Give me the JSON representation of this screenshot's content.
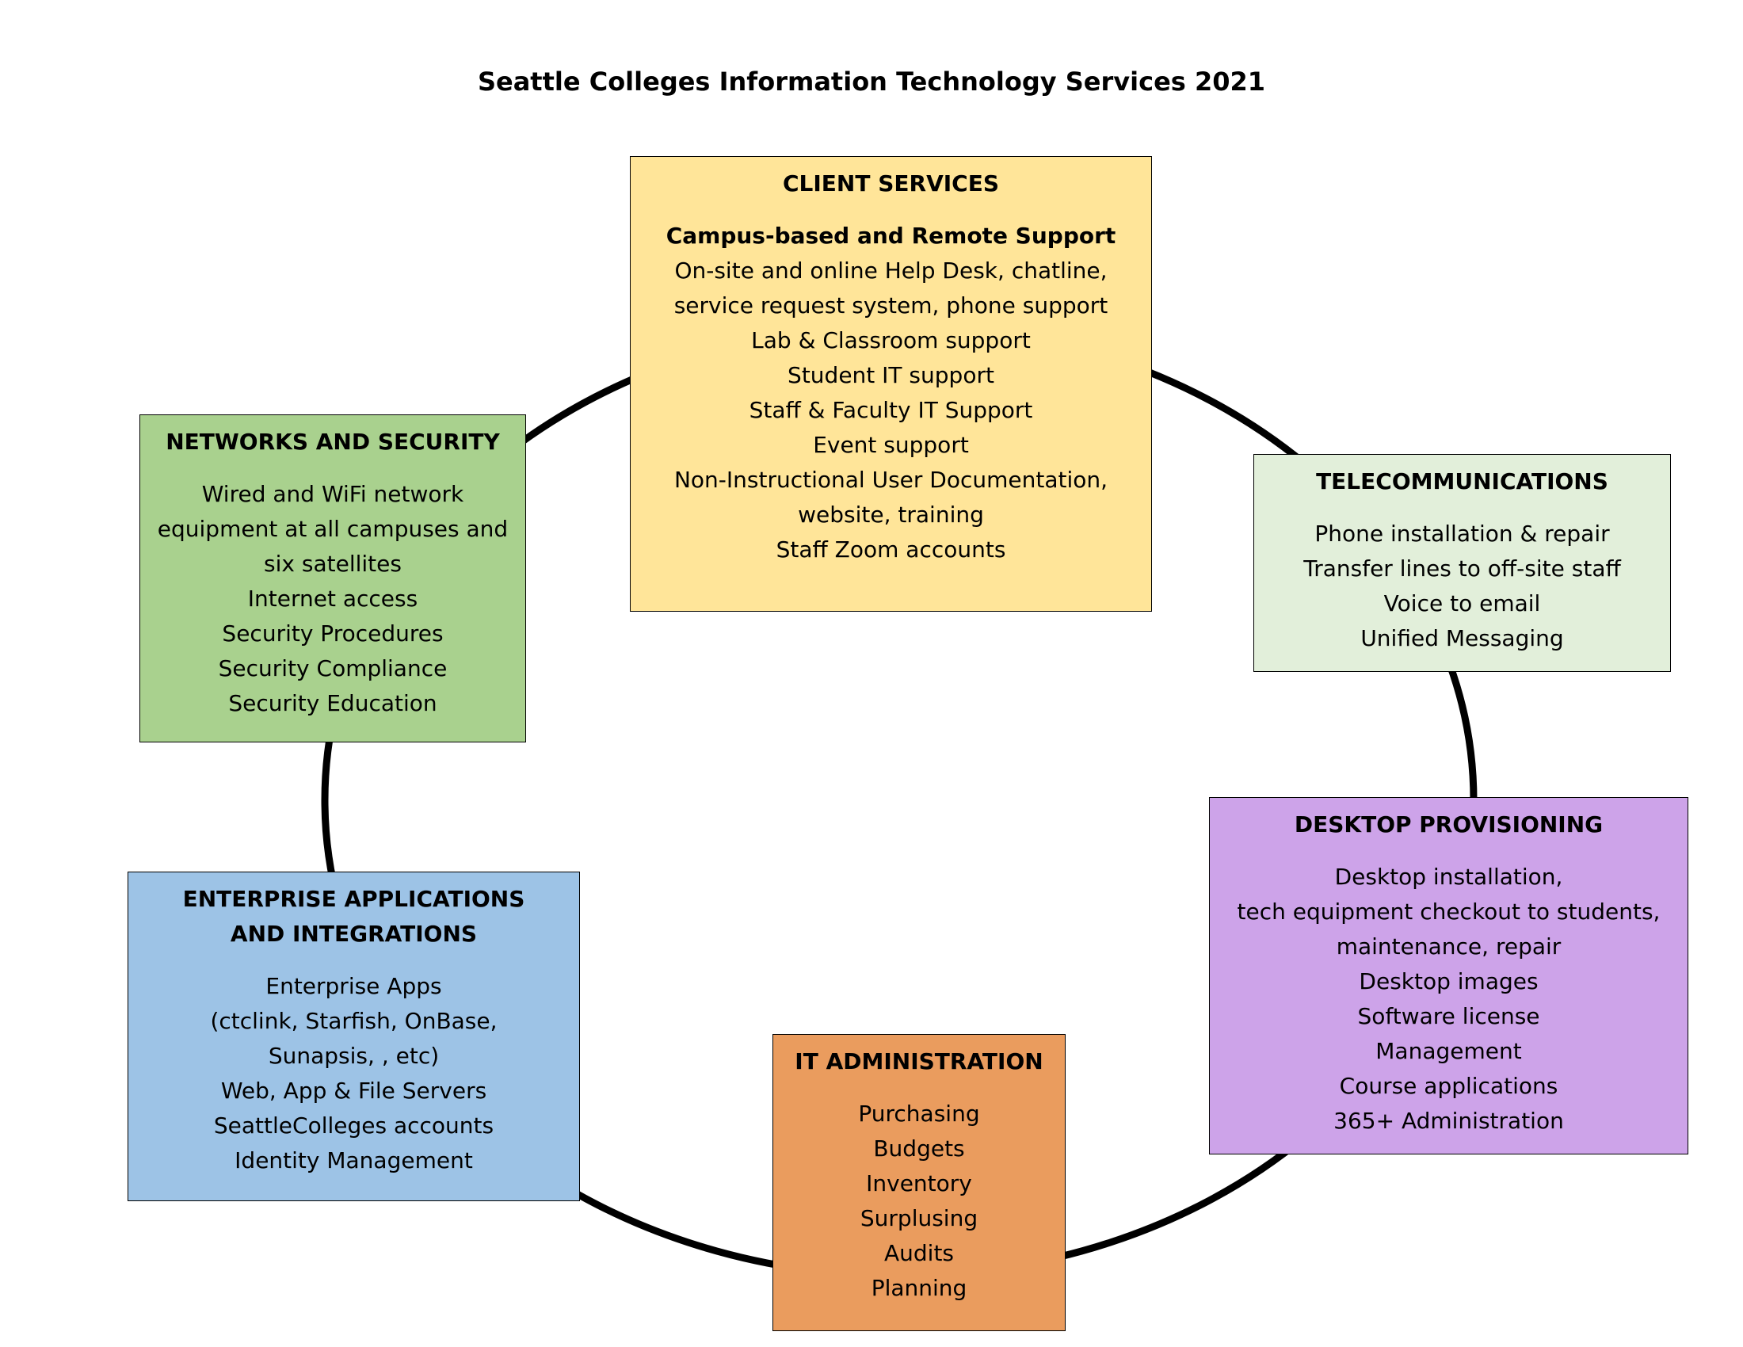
{
  "title": "Seattle Colleges Information Technology Services 2021",
  "client_services": {
    "heading": "CLIENT SERVICES",
    "subheading": "Campus-based and Remote Support",
    "lines": [
      "On-site and online Help Desk, chatline,",
      "service request system, phone support",
      "Lab & Classroom support",
      "Student IT support",
      "Staff & Faculty IT Support",
      "Event support",
      "Non-Instructional User Documentation,",
      "website, training",
      "Staff Zoom accounts"
    ],
    "color": "#ffe599"
  },
  "networks": {
    "heading": "NETWORKS AND SECURITY",
    "lines": [
      "Wired and WiFi network",
      "equipment at all campuses and",
      "six satellites",
      "Internet access",
      "Security Procedures",
      "Security Compliance",
      "Security Education"
    ],
    "color": "#a9d18e"
  },
  "telecom": {
    "heading": "TELECOMMUNICATIONS",
    "lines": [
      "Phone installation & repair",
      "Transfer lines to off-site staff",
      "Voice to email",
      "Unified Messaging"
    ],
    "color": "#e2efda"
  },
  "desktop": {
    "heading": "DESKTOP PROVISIONING",
    "lines": [
      "Desktop installation,",
      "tech equipment checkout to students,",
      "maintenance, repair",
      "Desktop images",
      "Software license",
      "Management",
      "Course applications",
      "365+ Administration"
    ],
    "color": "#cda3e9"
  },
  "enterprise": {
    "heading_1": "ENTERPRISE APPLICATIONS",
    "heading_2": "AND INTEGRATIONS",
    "lines": [
      "Enterprise Apps",
      "(ctclink, Starfish, OnBase,",
      "Sunapsis, , etc)",
      "Web, App & File Servers",
      "SeattleColleges accounts",
      "Identity Management"
    ],
    "color": "#9dc3e6"
  },
  "it_admin": {
    "heading": "IT ADMINISTRATION",
    "lines": [
      "Purchasing",
      "Budgets",
      "Inventory",
      "Surplusing",
      "Audits",
      "Planning"
    ],
    "color": "#ea9c5e"
  }
}
